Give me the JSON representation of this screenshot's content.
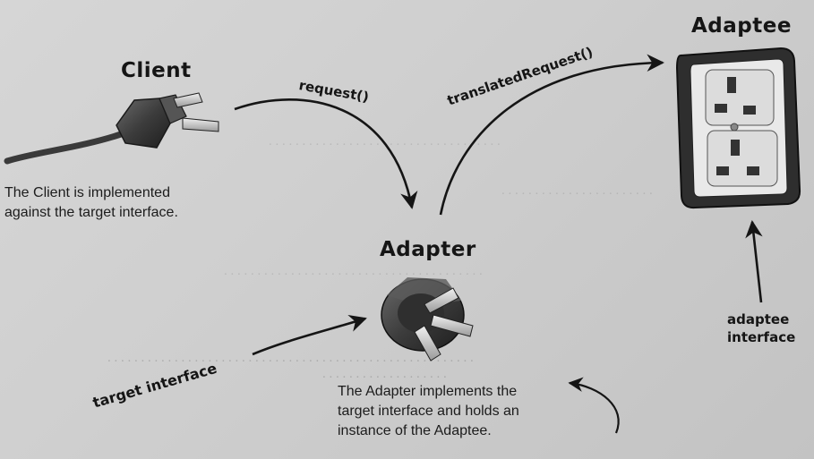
{
  "diagram": {
    "client": {
      "title": "Client",
      "description": [
        "The Client is implemented",
        "against the target interface."
      ]
    },
    "adapter": {
      "title": "Adapter",
      "description": [
        "The Adapter implements the",
        "target interface and holds an",
        "instance of the Adaptee."
      ]
    },
    "adaptee": {
      "title": "Adaptee"
    },
    "labels": {
      "request": "request()",
      "translated_request": "translatedRequest()",
      "target_interface": "target interface",
      "adaptee_interface": [
        "adaptee",
        "interface"
      ]
    },
    "colors": {
      "ink": "#151515",
      "paper": "#d0d0d0",
      "plug": "#3a3a3a",
      "outlet_frame": "#2e2e2e",
      "outlet_face": "#e9e9e9"
    }
  }
}
